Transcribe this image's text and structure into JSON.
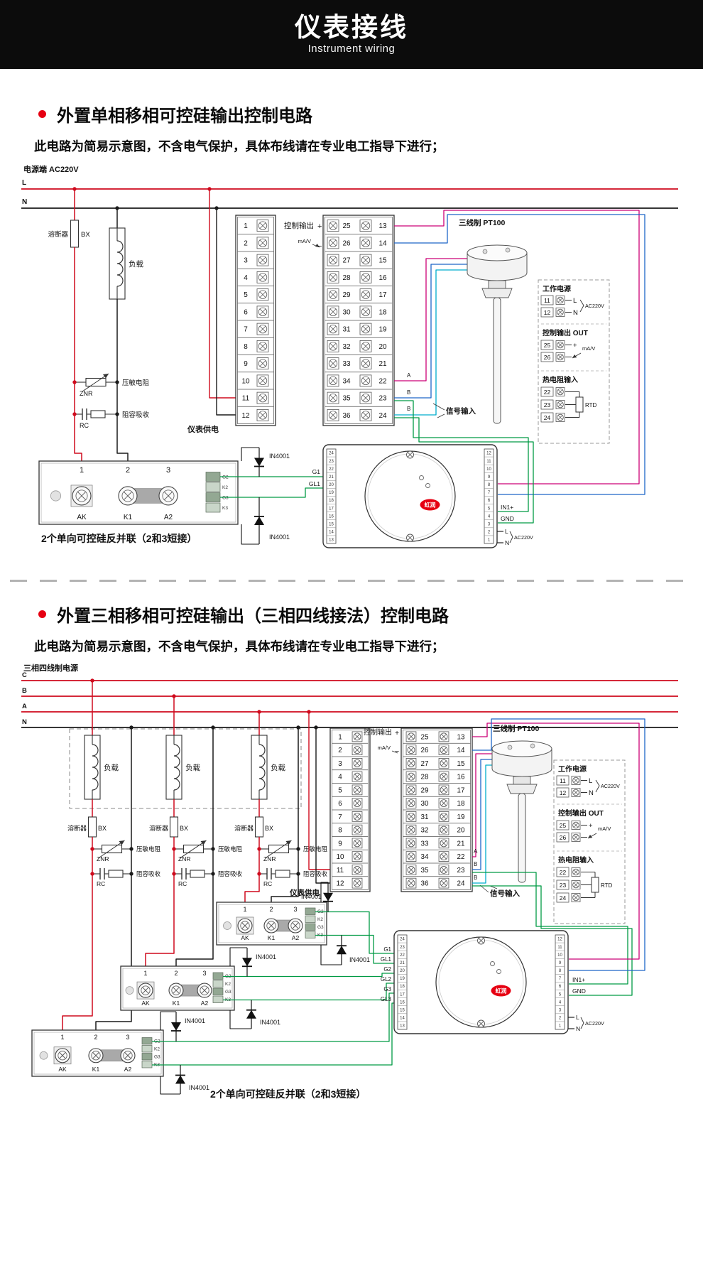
{
  "header": {
    "title": "仪表接线",
    "subtitle": "Instrument wiring"
  },
  "colors": {
    "power_red": "#cf0a1d",
    "neutral": "#1a1a1a",
    "green": "#009a44",
    "magenta": "#cc0077",
    "blue": "#1e66c8",
    "cyan": "#00aecd",
    "accent_red": "#e60012"
  },
  "section1": {
    "title": "外置单相移相可控硅输出控制电路",
    "note": "此电路为简易示意图，不含电气保护，具体布线请在专业电工指导下进行；",
    "power_label": "电源端 AC220V",
    "lines": {
      "l": "L",
      "n": "N"
    },
    "fuse": {
      "name": "溶断器",
      "code": "BX"
    },
    "load_label": "负载",
    "varistor": {
      "name": "压敏电阻",
      "code": "ZNR"
    },
    "rc": {
      "name": "阻容吸收",
      "code": "RC"
    },
    "meter_power_label": "仪表供电",
    "control_output": {
      "label": "控制输出",
      "plus": "+",
      "minus": "−",
      "signal": "mA/V"
    },
    "pt100_label": "三线制 PT100",
    "signal_input_label": "信号输入",
    "wire_marks": [
      "A",
      "B",
      "B"
    ],
    "diode_label": "IN4001",
    "scr_note": "2个单向可控硅反并联（2和3短接）",
    "terminal_strip": {
      "left": [
        "1",
        "2",
        "3",
        "4",
        "5",
        "6",
        "7",
        "8",
        "9",
        "10",
        "11",
        "12"
      ],
      "mid": [
        "25",
        "26",
        "27",
        "28",
        "29",
        "30",
        "31",
        "32",
        "33",
        "34",
        "35",
        "36"
      ],
      "right": [
        "13",
        "14",
        "15",
        "16",
        "17",
        "18",
        "19",
        "20",
        "21",
        "22",
        "23",
        "24"
      ]
    },
    "scr_module": {
      "numbers": [
        "1",
        "2",
        "3"
      ],
      "labels": [
        "AK",
        "K1",
        "A2"
      ],
      "pins": [
        "G2",
        "K2",
        "G3",
        "K3"
      ]
    },
    "controller": {
      "left_pins": [
        "24",
        "23",
        "22",
        "21",
        "20",
        "19",
        "18",
        "17",
        "16",
        "15",
        "14",
        "13"
      ],
      "right_pins": [
        "12",
        "11",
        "10",
        "9",
        "8",
        "7",
        "6",
        "5",
        "4",
        "3",
        "2",
        "1"
      ],
      "gates": [
        "G1",
        "GL1"
      ],
      "io_labels": [
        "IN1+",
        "GND"
      ],
      "power_labels": {
        "l": "L",
        "voltage": "AC220V",
        "n": "N"
      },
      "logo": "虹润"
    },
    "side_panel": {
      "power": {
        "title": "工作电源",
        "rows": [
          [
            "11",
            "L"
          ],
          [
            "12",
            "N"
          ]
        ],
        "voltage": "AC220V"
      },
      "output": {
        "title": "控制输出 OUT",
        "rows": [
          [
            "25",
            "+"
          ],
          [
            "26",
            "−"
          ]
        ],
        "signal": "mA/V"
      },
      "rtd": {
        "title": "热电阻输入",
        "rows": [
          "22",
          "23",
          "24"
        ],
        "label": "RTD"
      }
    }
  },
  "section2": {
    "title": "外置三相移相可控硅输出（三相四线接法）控制电路",
    "note": "此电路为简易示意图，不含电气保护，具体布线请在专业电工指导下进行；",
    "power_label": "三相四线制电源",
    "phase_labels": [
      "C",
      "B",
      "A",
      "N"
    ],
    "fuse": {
      "name": "溶断器",
      "code": "BX"
    },
    "load_label": "负载",
    "varistor": {
      "name": "压敏电阻",
      "code": "ZNR"
    },
    "rc": {
      "name": "阻容吸收",
      "code": "RC"
    },
    "meter_power_label": "仪表供电",
    "control_output": {
      "label": "控制输出",
      "plus": "+",
      "minus": "−",
      "signal": "mA/V"
    },
    "pt100_label": "三线制 PT100",
    "signal_input_label": "信号输入",
    "wire_marks": [
      "A",
      "B",
      "B"
    ],
    "diode_label": "IN4001",
    "scr_note": "2个单向可控硅反并联（2和3短接）",
    "terminal_strip": {
      "left": [
        "1",
        "2",
        "3",
        "4",
        "5",
        "6",
        "7",
        "8",
        "9",
        "10",
        "11",
        "12"
      ],
      "mid": [
        "25",
        "26",
        "27",
        "28",
        "29",
        "30",
        "31",
        "32",
        "33",
        "34",
        "35",
        "36"
      ],
      "right": [
        "13",
        "14",
        "15",
        "16",
        "17",
        "18",
        "19",
        "20",
        "21",
        "22",
        "23",
        "24"
      ]
    },
    "scr_module": {
      "numbers": [
        "1",
        "2",
        "3"
      ],
      "labels": [
        "AK",
        "K1",
        "A2"
      ],
      "pins": [
        "G2",
        "K2",
        "G3",
        "K3"
      ]
    },
    "controller": {
      "left_pins": [
        "24",
        "23",
        "22",
        "21",
        "20",
        "19",
        "18",
        "17",
        "16",
        "15",
        "14",
        "13"
      ],
      "right_pins": [
        "12",
        "11",
        "10",
        "9",
        "8",
        "7",
        "6",
        "5",
        "4",
        "3",
        "2",
        "1"
      ],
      "gates": [
        "G1",
        "GL1",
        "G2",
        "GL2",
        "G3",
        "GL3"
      ],
      "io_labels": [
        "IN1+",
        "GND"
      ],
      "power_labels": {
        "l": "L",
        "voltage": "AC220V",
        "n": "N"
      },
      "logo": "虹润"
    },
    "side_panel": {
      "power": {
        "title": "工作电源",
        "rows": [
          [
            "11",
            "L"
          ],
          [
            "12",
            "N"
          ]
        ],
        "voltage": "AC220V"
      },
      "output": {
        "title": "控制输出 OUT",
        "rows": [
          [
            "25",
            "+"
          ],
          [
            "26",
            "−"
          ]
        ],
        "signal": "mA/V"
      },
      "rtd": {
        "title": "热电阻输入",
        "rows": [
          "22",
          "23",
          "24"
        ],
        "label": "RTD"
      }
    }
  }
}
